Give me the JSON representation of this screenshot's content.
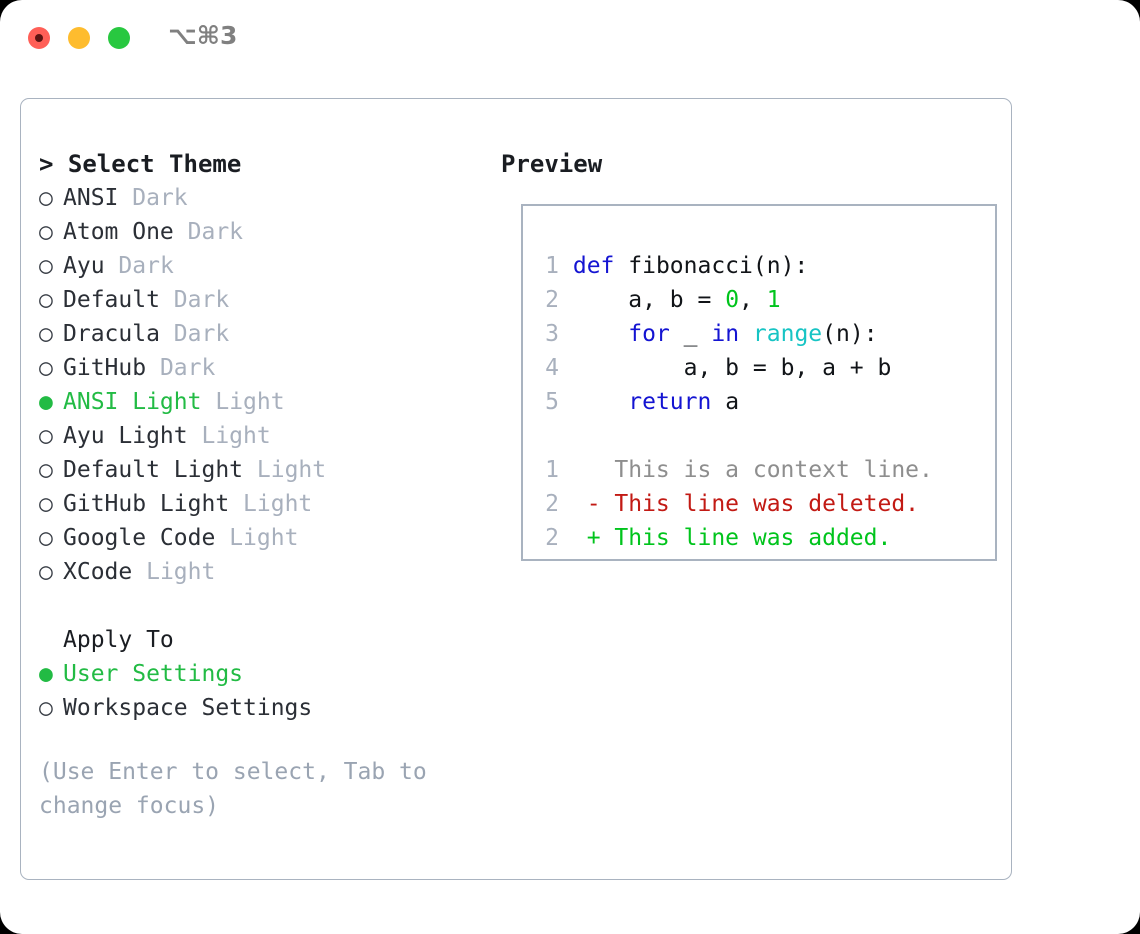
{
  "window": {
    "shortcut": "⌥⌘3",
    "controls": [
      {
        "name": "close",
        "color": "#ff5f57"
      },
      {
        "name": "minimize",
        "color": "#febc2e"
      },
      {
        "name": "maximize",
        "color": "#28c840"
      }
    ]
  },
  "theme_picker": {
    "caret": ">",
    "title": "Select Theme",
    "marker_selected": "●",
    "marker_unselected": "○",
    "options": [
      {
        "label": "ANSI",
        "suffix": "Dark",
        "selected": false
      },
      {
        "label": "Atom One",
        "suffix": "Dark",
        "selected": false
      },
      {
        "label": "Ayu",
        "suffix": "Dark",
        "selected": false
      },
      {
        "label": "Default",
        "suffix": "Dark",
        "selected": false
      },
      {
        "label": "Dracula",
        "suffix": "Dark",
        "selected": false
      },
      {
        "label": "GitHub",
        "suffix": "Dark",
        "selected": false
      },
      {
        "label": "ANSI Light",
        "suffix": "Light",
        "selected": true
      },
      {
        "label": "Ayu Light",
        "suffix": "Light",
        "selected": false
      },
      {
        "label": "Default Light",
        "suffix": "Light",
        "selected": false
      },
      {
        "label": "GitHub Light",
        "suffix": "Light",
        "selected": false
      },
      {
        "label": "Google Code",
        "suffix": "Light",
        "selected": false
      },
      {
        "label": "XCode",
        "suffix": "Light",
        "selected": false
      }
    ]
  },
  "apply_to": {
    "title": "Apply To",
    "options": [
      {
        "label": "User Settings",
        "selected": true
      },
      {
        "label": "Workspace Settings",
        "selected": false
      }
    ]
  },
  "hint": "(Use Enter to select, Tab to change focus)",
  "preview": {
    "title": "Preview",
    "code_lines": [
      {
        "n": "1",
        "tokens": [
          {
            "t": "def",
            "c": "kw"
          },
          {
            "t": " fibonacci(n):",
            "c": "id"
          }
        ]
      },
      {
        "n": "2",
        "tokens": [
          {
            "t": "    a, b = ",
            "c": "id"
          },
          {
            "t": "0",
            "c": "num"
          },
          {
            "t": ", ",
            "c": "id"
          },
          {
            "t": "1",
            "c": "num"
          }
        ]
      },
      {
        "n": "3",
        "tokens": [
          {
            "t": "    ",
            "c": "id"
          },
          {
            "t": "for",
            "c": "kw"
          },
          {
            "t": " _ ",
            "c": "id"
          },
          {
            "t": "in",
            "c": "kw"
          },
          {
            "t": " ",
            "c": "id"
          },
          {
            "t": "range",
            "c": "bi"
          },
          {
            "t": "(n):",
            "c": "id"
          }
        ]
      },
      {
        "n": "4",
        "tokens": [
          {
            "t": "        a, b = b, a + b",
            "c": "id"
          }
        ]
      },
      {
        "n": "5",
        "tokens": [
          {
            "t": "    ",
            "c": "id"
          },
          {
            "t": "return",
            "c": "kw"
          },
          {
            "t": " a",
            "c": "id"
          }
        ]
      }
    ],
    "diff_lines": [
      {
        "n": "1",
        "sign": " ",
        "text": "This is a context line.",
        "kind": "ctx"
      },
      {
        "n": "2",
        "sign": "-",
        "text": "This line was deleted.",
        "kind": "del"
      },
      {
        "n": "2",
        "sign": "+",
        "text": "This line was added.",
        "kind": "add"
      }
    ]
  },
  "colors": {
    "accent_green": "#22bb44",
    "muted": "#a8b0bd",
    "border": "#a9b3c0",
    "keyword": "#1414d2",
    "number": "#00c41c",
    "builtin": "#17c4c4",
    "deleted": "#c21a14",
    "added": "#00c41c"
  }
}
